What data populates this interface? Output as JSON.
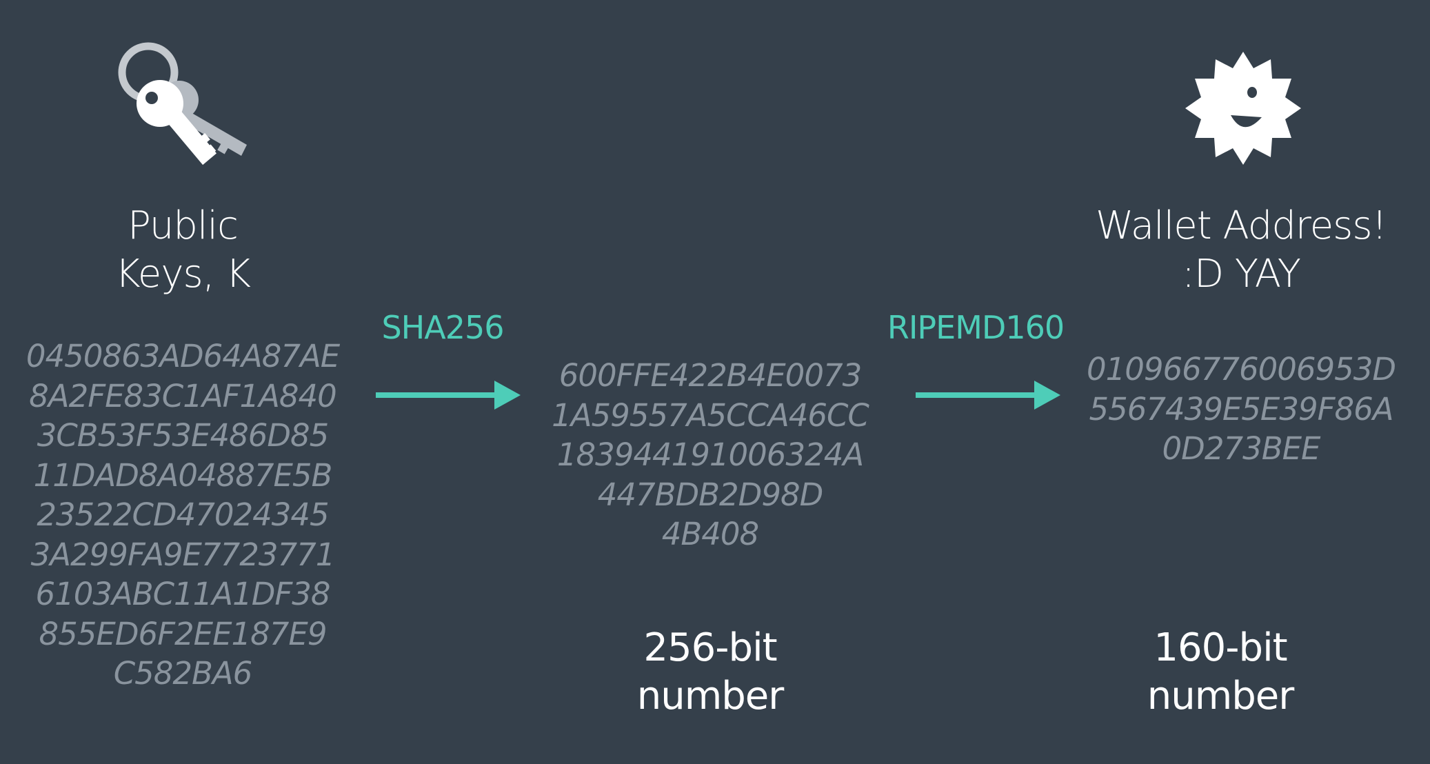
{
  "icons": {
    "keys": "keys-icon",
    "wallet": "smiley-sun-icon"
  },
  "colors": {
    "background": "#35404b",
    "accent": "#4ecdb8",
    "hex_text": "#8a949e",
    "title_text": "#ffffff"
  },
  "public_key": {
    "title_line1": "Public",
    "title_line2": "Keys, K",
    "hex_lines": [
      "0450863AD64A87AE",
      "8A2FE83C1AF1A840",
      "3CB53F53E486D85",
      "11DAD8A04887E5B",
      "23522CD47024345",
      "3A299FA9E7723771",
      "6103ABC11A1DF38",
      "855ED6F2EE187E9",
      "C582BA6"
    ]
  },
  "step1": {
    "algorithm": "SHA256"
  },
  "hash256": {
    "hex_lines": [
      "600FFE422B4E0073",
      "1A59557A5CCA46CC",
      "183944191006324A",
      "447BDB2D98D",
      "4B408"
    ],
    "caption_line1": "256-bit",
    "caption_line2": "number"
  },
  "step2": {
    "algorithm": "RIPEMD160"
  },
  "wallet": {
    "title_line1": "Wallet Address!",
    "title_line2": ":D YAY",
    "hex_lines": [
      "010966776006953D",
      "5567439E5E39F86A",
      "0D273BEE"
    ],
    "caption_line1": "160-bit",
    "caption_line2": "number"
  }
}
